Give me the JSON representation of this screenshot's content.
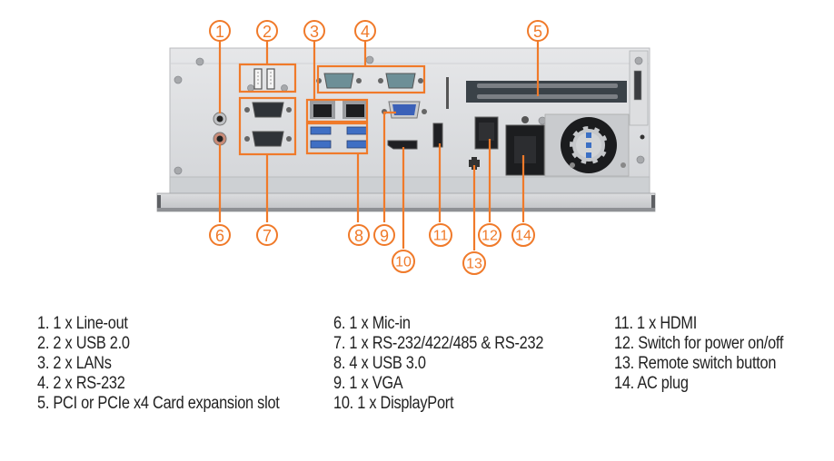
{
  "accent_color": "#f07a2a",
  "callouts": [
    "1",
    "2",
    "3",
    "4",
    "5",
    "6",
    "7",
    "8",
    "9",
    "10",
    "11",
    "12",
    "13",
    "14"
  ],
  "legend": {
    "col1": [
      "1. 1 x Line-out",
      "2. 2 x USB 2.0",
      "3. 2 x LANs",
      "4. 2 x RS-232",
      "5. PCI or PCIe x4 Card expansion slot"
    ],
    "col2": [
      "6. 1 x Mic-in",
      "7. 1 x RS-232/422/485 & RS-232",
      "8. 4 x USB 3.0",
      "9. 1 x VGA",
      "10. 1 x DisplayPort"
    ],
    "col3": [
      "11. 1 x HDMI",
      "12. Switch for power on/off",
      "13. Remote switch button",
      "14. AC plug"
    ]
  }
}
